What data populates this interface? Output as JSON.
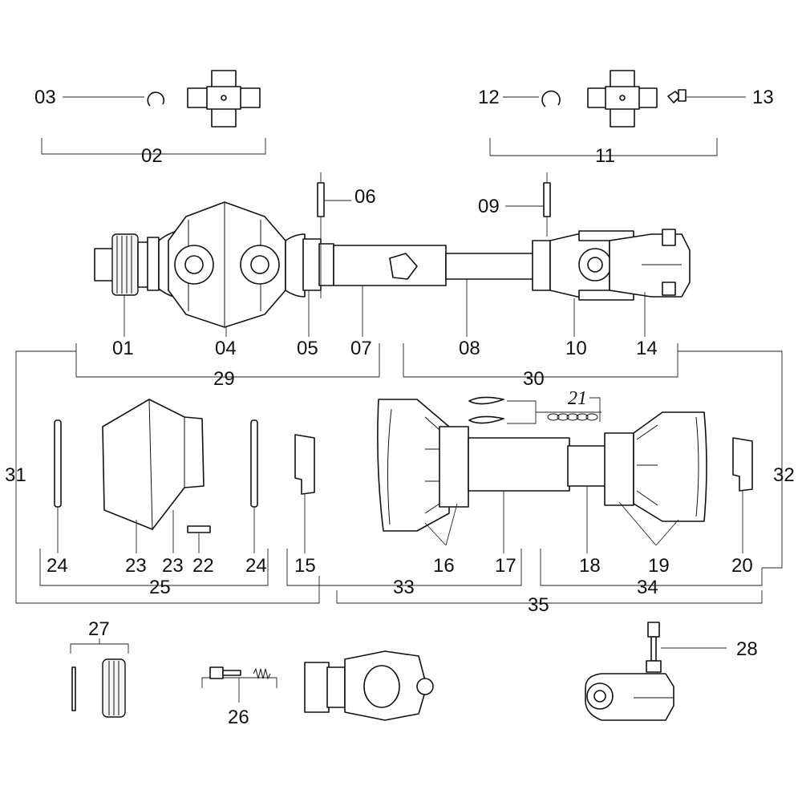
{
  "labels": {
    "01": "01",
    "02": "02",
    "03": "03",
    "04": "04",
    "05": "05",
    "06": "06",
    "07": "07",
    "08": "08",
    "09": "09",
    "10": "10",
    "11": "11",
    "12": "12",
    "13": "13",
    "14": "14",
    "15": "15",
    "16": "16",
    "17": "17",
    "18": "18",
    "19": "19",
    "20": "20",
    "21": "21",
    "22": "22",
    "23a": "23",
    "23b": "23",
    "24a": "24",
    "24b": "24",
    "25": "25",
    "26": "26",
    "27": "27",
    "28": "28",
    "29": "29",
    "30": "30",
    "31": "31",
    "32": "32",
    "33": "33",
    "34": "34",
    "35": "35"
  }
}
